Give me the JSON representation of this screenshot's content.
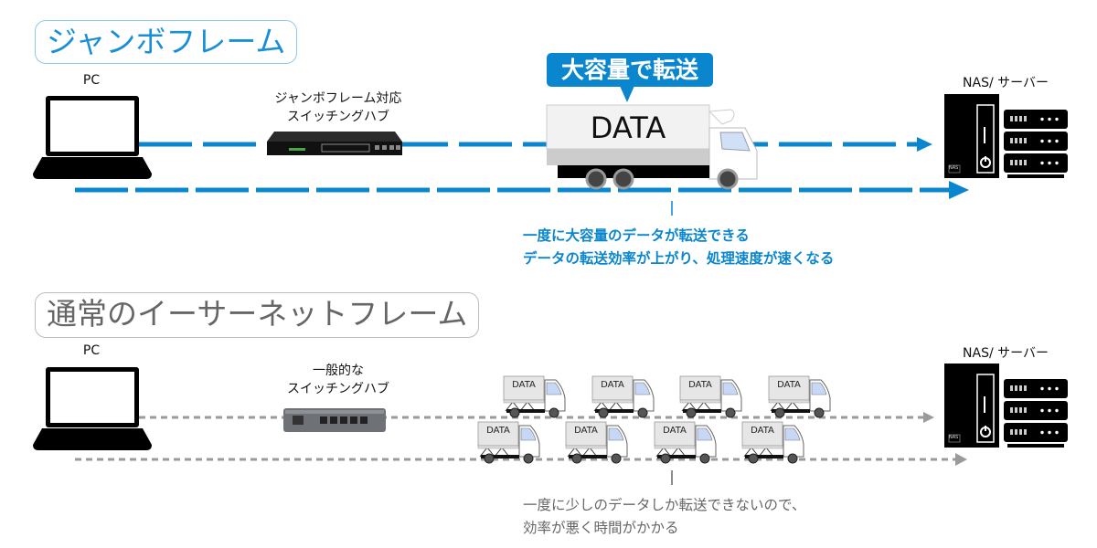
{
  "jumbo": {
    "title": "ジャンボフレーム",
    "pc_label": "PC",
    "switch_label_line1": "ジャンボフレーム対応",
    "switch_label_line2": "スイッチングハブ",
    "callout": "大容量で転送",
    "truck_label": "DATA",
    "nas_label": "NAS/ サーバー",
    "notes": [
      "一度に大容量のデータが転送できる",
      "データの転送効率が上がり、処理速度が速くなる"
    ],
    "line_color": "#0a86cf"
  },
  "normal": {
    "title": "通常のイーサーネットフレーム",
    "pc_label": "PC",
    "switch_label_line1": "一般的な",
    "switch_label_line2": "スイッチングハブ",
    "truck_label": "DATA",
    "nas_label": "NAS/ サーバー",
    "nas_badge": "NAS",
    "notes": [
      "一度に少しのデータしか転送できないので、",
      "効率が悪く時間がかかる"
    ],
    "line_color": "#9a9a9a"
  },
  "nas_badge": "NAS"
}
